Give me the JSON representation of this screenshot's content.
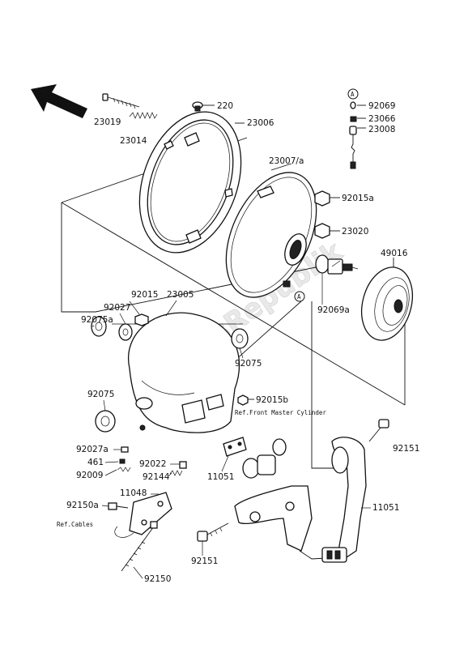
{
  "diagram": {
    "watermark": "PartsRepublik",
    "ref_front_master_cylinder": "Ref.Front Master Cylinder",
    "ref_cables": "Ref.Cables",
    "marker_a": "A",
    "labels": {
      "p23019": "23019",
      "p23014": "23014",
      "p220": "220",
      "p23006": "23006",
      "p92069": "92069",
      "p23066": "23066",
      "p23008": "23008",
      "p23007a": "23007/a",
      "p92015a": "92015a",
      "p23020": "23020",
      "p49016": "49016",
      "p92069a": "92069a",
      "p92015": "92015",
      "p23005": "23005",
      "p92027": "92027",
      "p92075a": "92075a",
      "p92075_right": "92075",
      "p92075_left": "92075",
      "p92015b": "92015b",
      "p92151_right": "92151",
      "p92027a": "92027a",
      "p461": "461",
      "p92009": "92009",
      "p92022": "92022",
      "p92144": "92144",
      "p11051_mid": "11051",
      "p11048": "11048",
      "p92150a": "92150a",
      "p11051_right": "11051",
      "p92151_bottom": "92151",
      "p92150": "92150"
    }
  }
}
